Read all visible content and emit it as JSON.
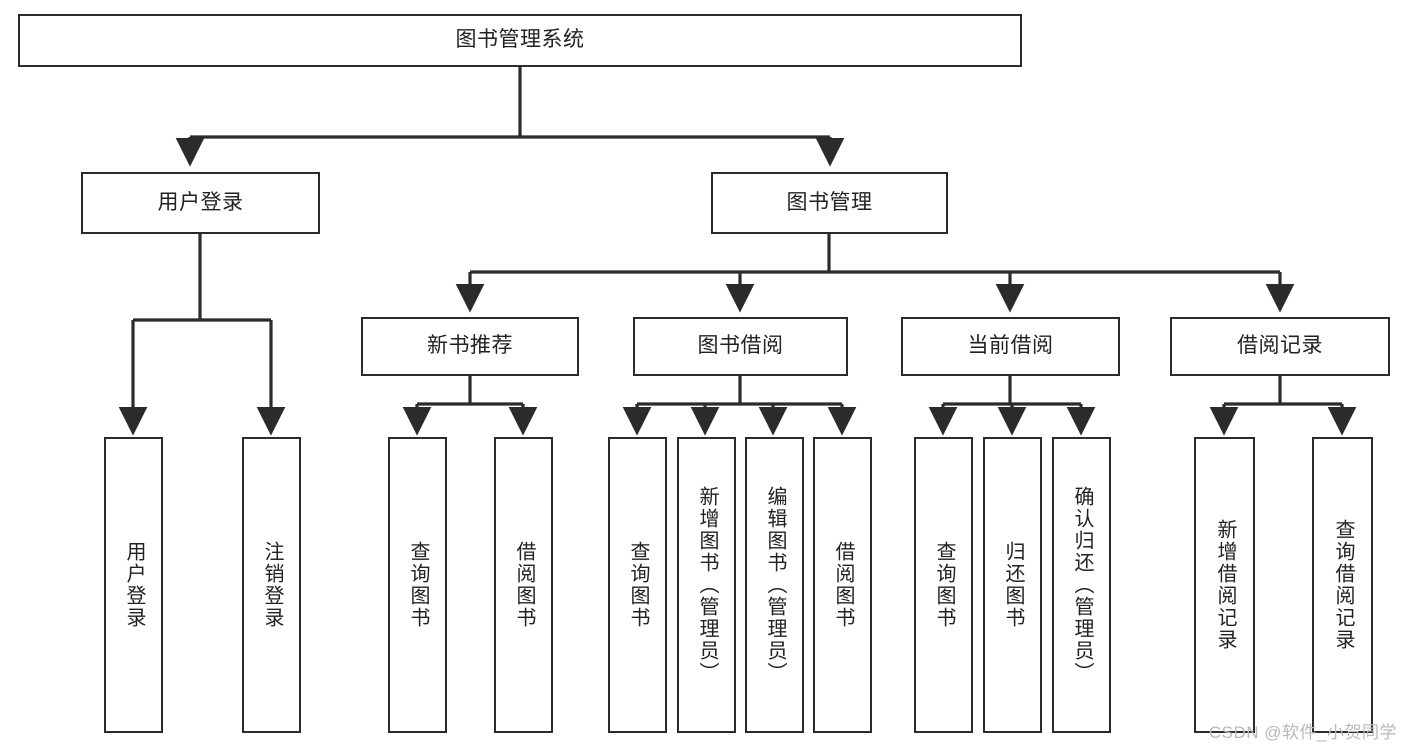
{
  "diagram": {
    "title": "图书管理系统",
    "type": "tree",
    "theme": {
      "background": "#ffffff",
      "node_border": "#2b2b2b",
      "node_fill": "#ffffff",
      "text": "#222222",
      "edge": "#2b2b2b",
      "watermark": "#b9b9b9"
    },
    "nodes": {
      "root": {
        "label": "图书管理系统",
        "orientation": "horizontal"
      },
      "user_login": {
        "label": "用户登录",
        "orientation": "horizontal"
      },
      "book_manage": {
        "label": "图书管理",
        "orientation": "horizontal"
      },
      "new_book_rec": {
        "label": "新书推荐",
        "orientation": "horizontal"
      },
      "book_borrow": {
        "label": "图书借阅",
        "orientation": "horizontal"
      },
      "current_borrow": {
        "label": "当前借阅",
        "orientation": "horizontal"
      },
      "borrow_record": {
        "label": "借阅记录",
        "orientation": "horizontal"
      },
      "leaf_user_login": {
        "label": "用户登录",
        "orientation": "vertical"
      },
      "leaf_user_logout": {
        "label": "注销登录",
        "orientation": "vertical"
      },
      "leaf_rec_query": {
        "label": "查询图书",
        "orientation": "vertical"
      },
      "leaf_rec_borrow": {
        "label": "借阅图书",
        "orientation": "vertical"
      },
      "leaf_borrow_query": {
        "label": "查询图书",
        "orientation": "vertical"
      },
      "leaf_borrow_add": {
        "label": "新增图书（管理员）",
        "orientation": "vertical"
      },
      "leaf_borrow_edit": {
        "label": "编辑图书（管理员）",
        "orientation": "vertical"
      },
      "leaf_borrow_lend": {
        "label": "借阅图书",
        "orientation": "vertical"
      },
      "leaf_cur_query": {
        "label": "查询图书",
        "orientation": "vertical"
      },
      "leaf_cur_return": {
        "label": "归还图书",
        "orientation": "vertical"
      },
      "leaf_cur_confirm": {
        "label": "确认归还（管理员）",
        "orientation": "vertical"
      },
      "leaf_rec_add": {
        "label": "新增借阅记录",
        "orientation": "vertical"
      },
      "leaf_rec_query2": {
        "label": "查询借阅记录",
        "orientation": "vertical"
      }
    },
    "watermark": "CSDN @软件_小贺同学"
  }
}
